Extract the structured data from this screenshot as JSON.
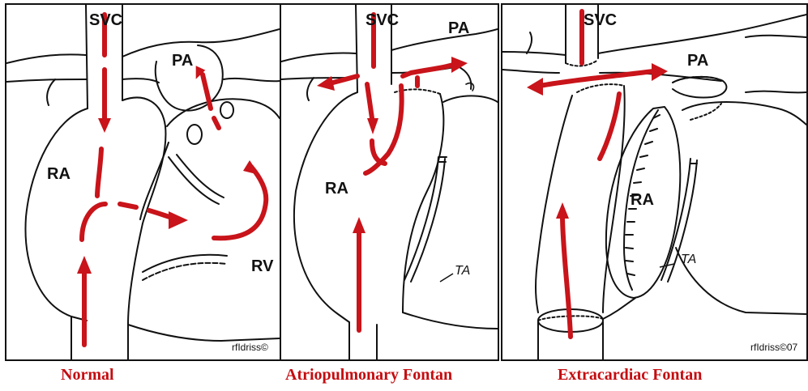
{
  "panels": [
    {
      "caption": "Normal",
      "labels": {
        "svc": "SVC",
        "pa": "PA",
        "ra": "RA",
        "rv": "RV"
      },
      "credit": "rfIdriss©"
    },
    {
      "caption": "Atriopulmonary Fontan",
      "labels": {
        "svc": "SVC",
        "pa": "PA",
        "ra": "RA",
        "ta": "TA"
      }
    },
    {
      "caption": "Extracardiac Fontan",
      "labels": {
        "svc": "SVC",
        "pa": "PA",
        "ra": "RA",
        "ta": "TA"
      },
      "credit": "rfIdriss©07"
    }
  ],
  "colors": {
    "flow_arrow": "#c8141a",
    "outline": "#111111",
    "caption": "#c40c10"
  }
}
